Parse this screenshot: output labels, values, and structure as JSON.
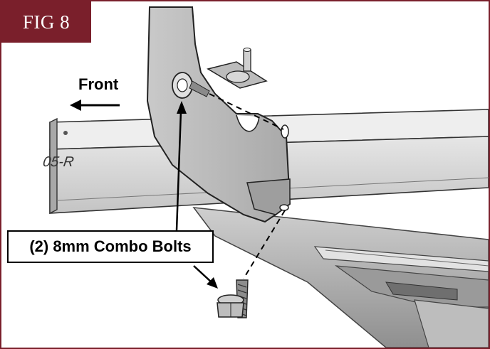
{
  "figure": {
    "tab_label": "FIG 8",
    "front_label": "Front",
    "part_stamp": "05-R",
    "callout_label": "(2) 8mm Combo Bolts"
  },
  "colors": {
    "accent": "#7a1f2b",
    "metal_light": "#d9d9d9",
    "metal_mid": "#b5b5b5",
    "metal_dark": "#7d7d7d"
  }
}
